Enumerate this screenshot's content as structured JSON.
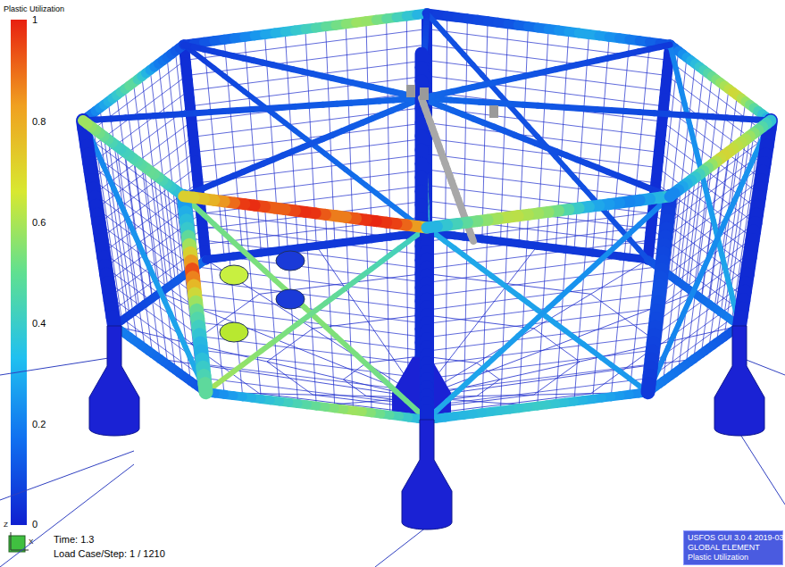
{
  "diagram": {
    "nodes": [
      {
        "text": [
          "USFOS GUI 3.0 4 2019-03",
          "GLOBAL ELEMENT",
          "Plastic Utilization"
        ]
      }
    ],
    "labels": [
      "Plastic Utilization",
      "1",
      "0.8",
      "0.6",
      "0.4",
      "0.2",
      "0",
      "Z",
      "X",
      "Time: 1.3",
      "Load Case/Step: 1 / 1210"
    ]
  }
}
